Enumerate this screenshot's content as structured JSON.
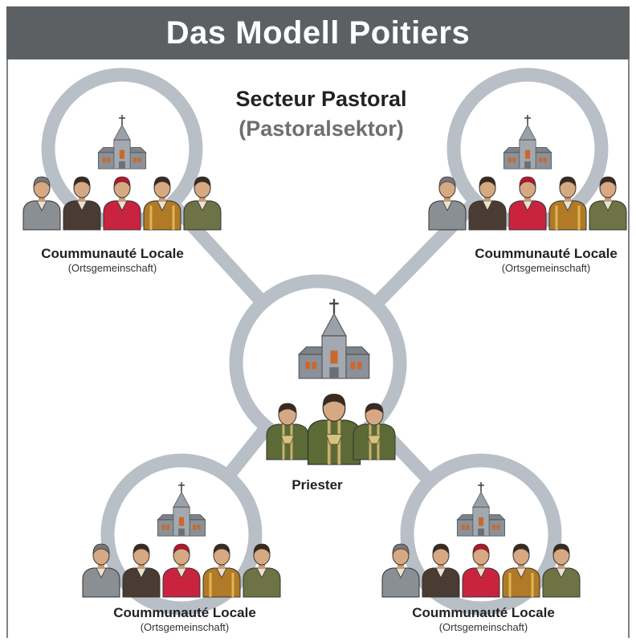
{
  "header": {
    "title": "Das Modell Poitiers"
  },
  "sector": {
    "title": "Secteur Pastoral",
    "subtitle": "(Pastoralsektor)"
  },
  "center": {
    "label": "Priester"
  },
  "communities": [
    {
      "name": "Coummunauté Locale",
      "translation": "(Ortsgemeinschaft)"
    },
    {
      "name": "Coummunauté Locale",
      "translation": "(Ortsgemeinschaft)"
    },
    {
      "name": "Coummunauté Locale",
      "translation": "(Ortsgemeinschaft)"
    },
    {
      "name": "Coummunauté Locale",
      "translation": "(Ortsgemeinschaft)"
    }
  ],
  "colors": {
    "header_bg": "#5d6063",
    "ring": "#b9bfc6",
    "church_roof": "#9aa1a8",
    "church_wall": "#8b9198",
    "church_door": "#c8692e",
    "person_grey": "#8a8f93",
    "person_dark": "#4a3b33",
    "person_red": "#c8243f",
    "person_ochre": "#b07a26",
    "person_olive": "#6d7344",
    "priest_robe": "#5c6a36"
  }
}
